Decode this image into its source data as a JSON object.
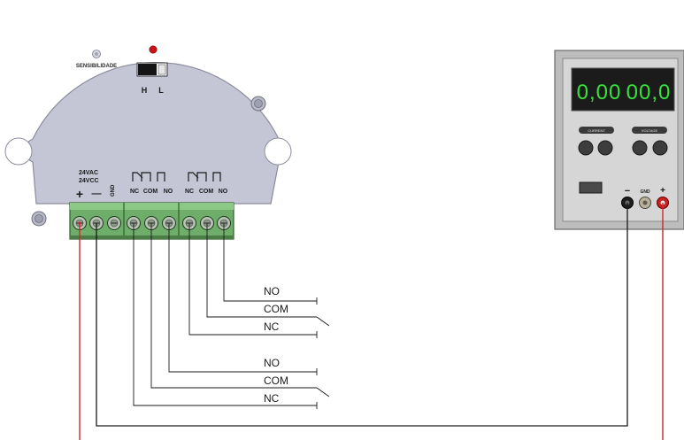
{
  "board": {
    "sensitivity_label": "SENSIBILIDADE",
    "switch_high": "H",
    "switch_low": "L",
    "power_ac": "24VAC",
    "power_dc": "24VCC",
    "plus_sign": "+",
    "minus_sign": "—",
    "gnd_label": "GND",
    "relay1": {
      "nc": "NC",
      "com": "COM",
      "no": "NO"
    },
    "relay2": {
      "nc": "NC",
      "com": "COM",
      "no": "NO"
    }
  },
  "power_supply": {
    "display_left": "0,00",
    "display_right": "00,0",
    "current_label": "CURRENT",
    "voltage_label": "VOLTAGE",
    "terminal_minus": "−",
    "terminal_gnd": "GND",
    "terminal_plus": "+"
  },
  "output_labels": {
    "group_top": [
      "NO",
      "COM",
      "NC"
    ],
    "group_bottom": [
      "NO",
      "COM",
      "NC"
    ]
  },
  "colors": {
    "board": "#c4c6d6",
    "terminal_block": "#6fae6a",
    "supply_panel": "#d6d6d6",
    "display_bg": "#1b1b1b",
    "display_digits": "#35e33a",
    "wire_red": "#d02828",
    "wire_black": "#1a1a1a",
    "led_red": "#c81414"
  }
}
